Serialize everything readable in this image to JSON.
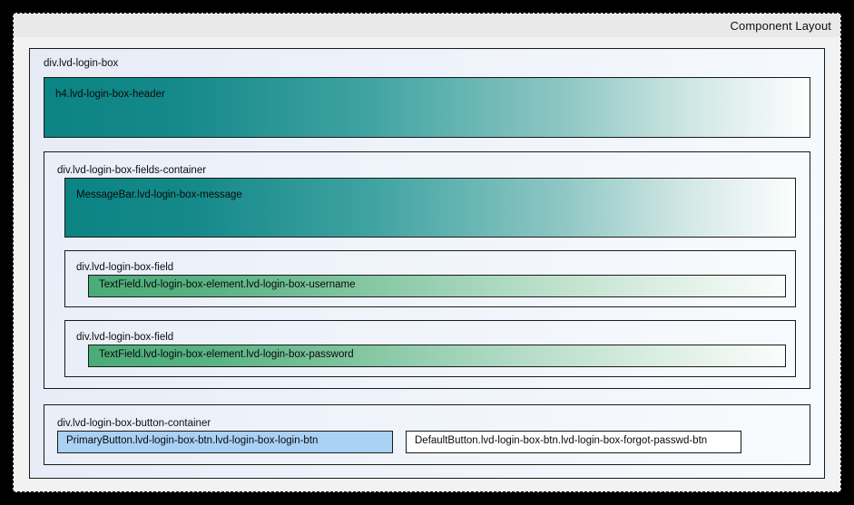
{
  "window": {
    "title": "Component Layout"
  },
  "login_box": {
    "label": "div.lvd-login-box",
    "header": {
      "label": "h4.lvd-login-box-header"
    },
    "fields_container": {
      "label": "div.lvd-login-box-fields-container",
      "message": {
        "label": "MessageBar.lvd-login-box-message"
      },
      "fields": [
        {
          "label": "div.lvd-login-box-field",
          "element_label": "TextField.lvd-login-box-element.lvd-login-box-username"
        },
        {
          "label": "div.lvd-login-box-field",
          "element_label": "TextField.lvd-login-box-element.lvd-login-box-password"
        }
      ]
    },
    "button_container": {
      "label": "div.lvd-login-box-button-container",
      "buttons": [
        {
          "label": "PrimaryButton.lvd-login-box-btn.lvd-login-box-login-btn"
        },
        {
          "label": "DefaultButton.lvd-login-box-btn.lvd-login-box-forgot-passwd-btn"
        }
      ]
    }
  },
  "colors": {
    "page_background": "#000000",
    "window_background": "#f2f2f2",
    "titlebar_background": "#e9e9e9",
    "panel_background": "#e8ecf7",
    "outline": "#1a1a1a",
    "teal_gradient_start": "#0b8484",
    "teal_gradient_end": "#fdfefe",
    "green_gradient_start": "#4bac78",
    "green_gradient_end": "#fbfdfc",
    "primary_button": "#a9d1f4",
    "default_button": "#ffffff"
  }
}
